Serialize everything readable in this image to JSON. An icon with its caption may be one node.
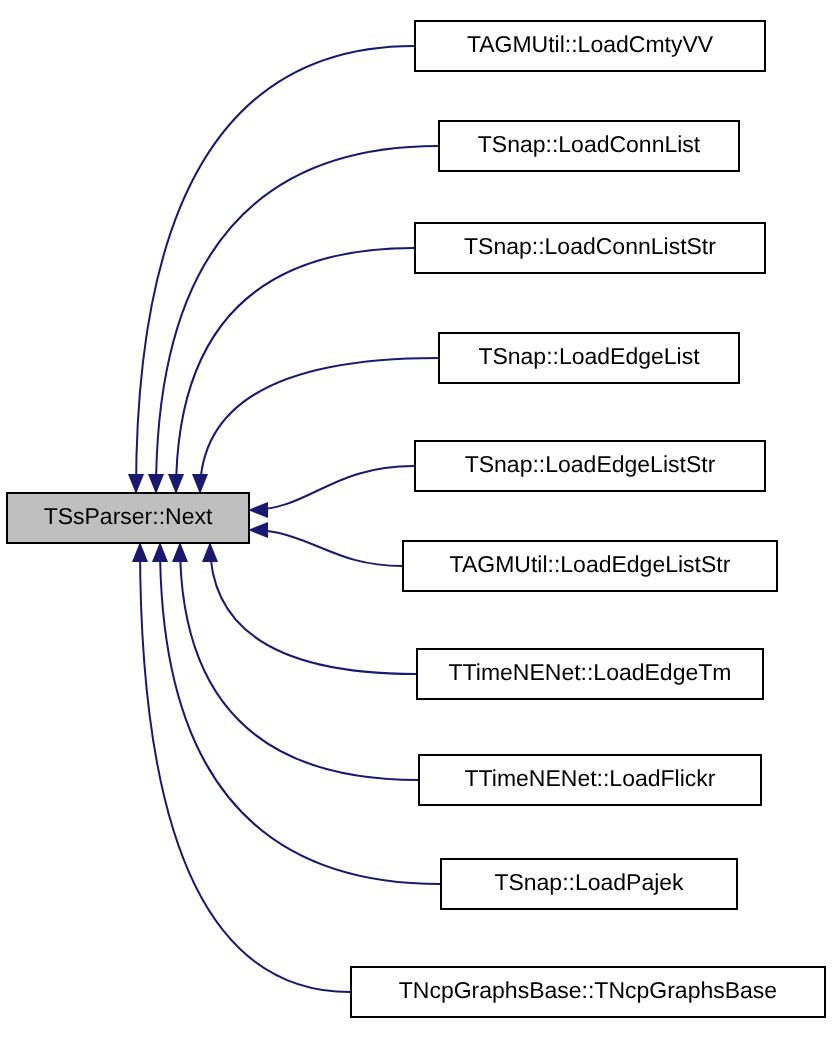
{
  "diagram": {
    "nodes": [
      {
        "text": [
          "TSsParser::Next"
        ]
      },
      {
        "text": [
          "TAGMUtil::LoadCmtyVV"
        ]
      },
      {
        "text": [
          "TSnap::LoadConnList"
        ]
      },
      {
        "text": [
          "TSnap::LoadConnListStr"
        ]
      },
      {
        "text": [
          "TSnap::LoadEdgeList"
        ]
      },
      {
        "text": [
          "TSnap::LoadEdgeListStr"
        ]
      },
      {
        "text": [
          "TAGMUtil::LoadEdgeListStr"
        ]
      },
      {
        "text": [
          "TTimeNENet::LoadEdgeTm"
        ]
      },
      {
        "text": [
          "TTimeNENet::LoadFlickr"
        ]
      },
      {
        "text": [
          "TSnap::LoadPajek"
        ]
      },
      {
        "text": [
          "TNcpGraphsBase::TNcpGraphsBase"
        ]
      }
    ],
    "edges": [
      {
        "from": 1,
        "to": 0,
        "arrow": "to"
      },
      {
        "from": 2,
        "to": 0,
        "arrow": "to"
      },
      {
        "from": 3,
        "to": 0,
        "arrow": "to"
      },
      {
        "from": 4,
        "to": 0,
        "arrow": "to"
      },
      {
        "from": 5,
        "to": 0,
        "arrow": "to"
      },
      {
        "from": 6,
        "to": 0,
        "arrow": "to"
      },
      {
        "from": 7,
        "to": 0,
        "arrow": "to"
      },
      {
        "from": 8,
        "to": 0,
        "arrow": "to"
      },
      {
        "from": 9,
        "to": 0,
        "arrow": "to"
      },
      {
        "from": 10,
        "to": 0,
        "arrow": "to"
      }
    ]
  }
}
